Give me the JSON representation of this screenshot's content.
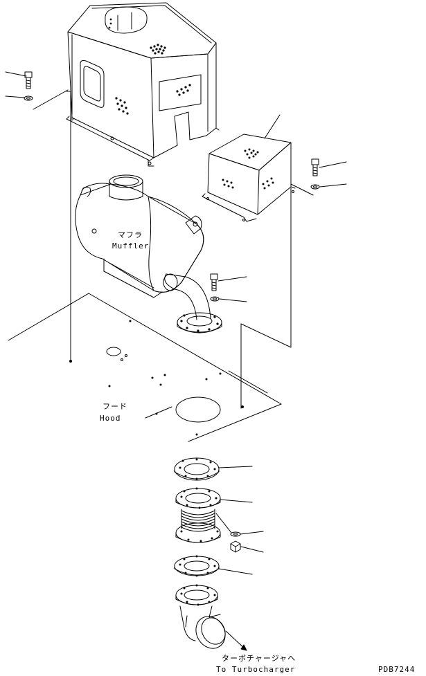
{
  "labels": {
    "muffler_jp": "マフラ",
    "muffler_en": "Muffler",
    "hood_jp": "フード",
    "hood_en": "Hood",
    "turbo_jp": "ターボチャージャヘ",
    "turbo_en": "To Turbocharger",
    "drawing_no": "PDB7244"
  }
}
